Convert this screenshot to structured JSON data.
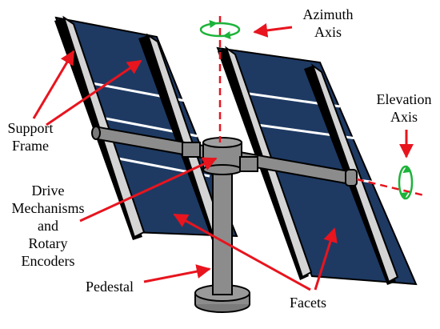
{
  "labels": {
    "azimuth_1": "Azimuth",
    "azimuth_2": "Axis",
    "elevation_1": "Elevation",
    "elevation_2": "Axis",
    "support_1": "Support",
    "support_2": "Frame",
    "drive_1": "Drive",
    "drive_2": "Mechanisms",
    "drive_3": "and",
    "drive_4": "Rotary",
    "drive_5": "Encoders",
    "pedestal": "Pedestal",
    "facets": "Facets"
  },
  "colors": {
    "panel": "#1e3a63",
    "frame": "#d4d4d4",
    "metal": "#8c8c8c",
    "arrow": "#e8141e",
    "rotation": "#1db33a",
    "outline": "#000000"
  }
}
